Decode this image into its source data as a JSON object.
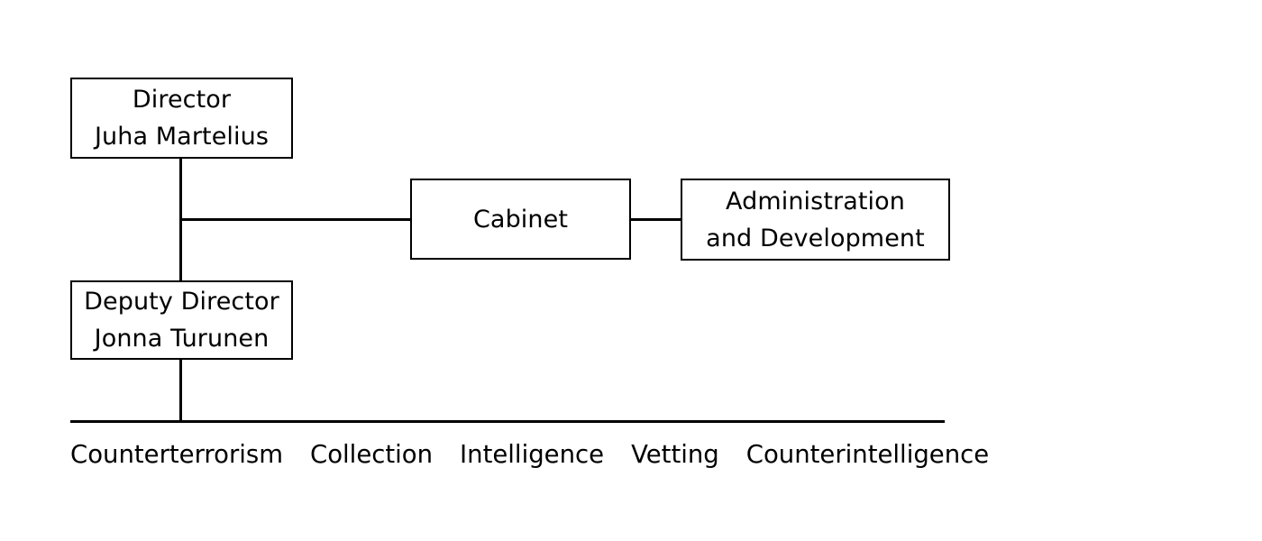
{
  "diagram": {
    "type": "organization-chart",
    "background_color": "#ffffff",
    "line_color": "#000000",
    "text_color": "#000000",
    "nodes": {
      "director": {
        "title": "Director",
        "person": "Juha Martelius"
      },
      "deputy_director": {
        "title": "Deputy Director",
        "person": "Jonna Turunen"
      },
      "cabinet": {
        "title": "Cabinet"
      },
      "administration": {
        "line1": "Administration",
        "line2": "and Development"
      }
    },
    "departments": [
      {
        "label": "Counterterrorism"
      },
      {
        "label": "Collection"
      },
      {
        "label": "Intelligence"
      },
      {
        "label": "Vetting"
      },
      {
        "label": "Counterintelligence"
      }
    ]
  }
}
